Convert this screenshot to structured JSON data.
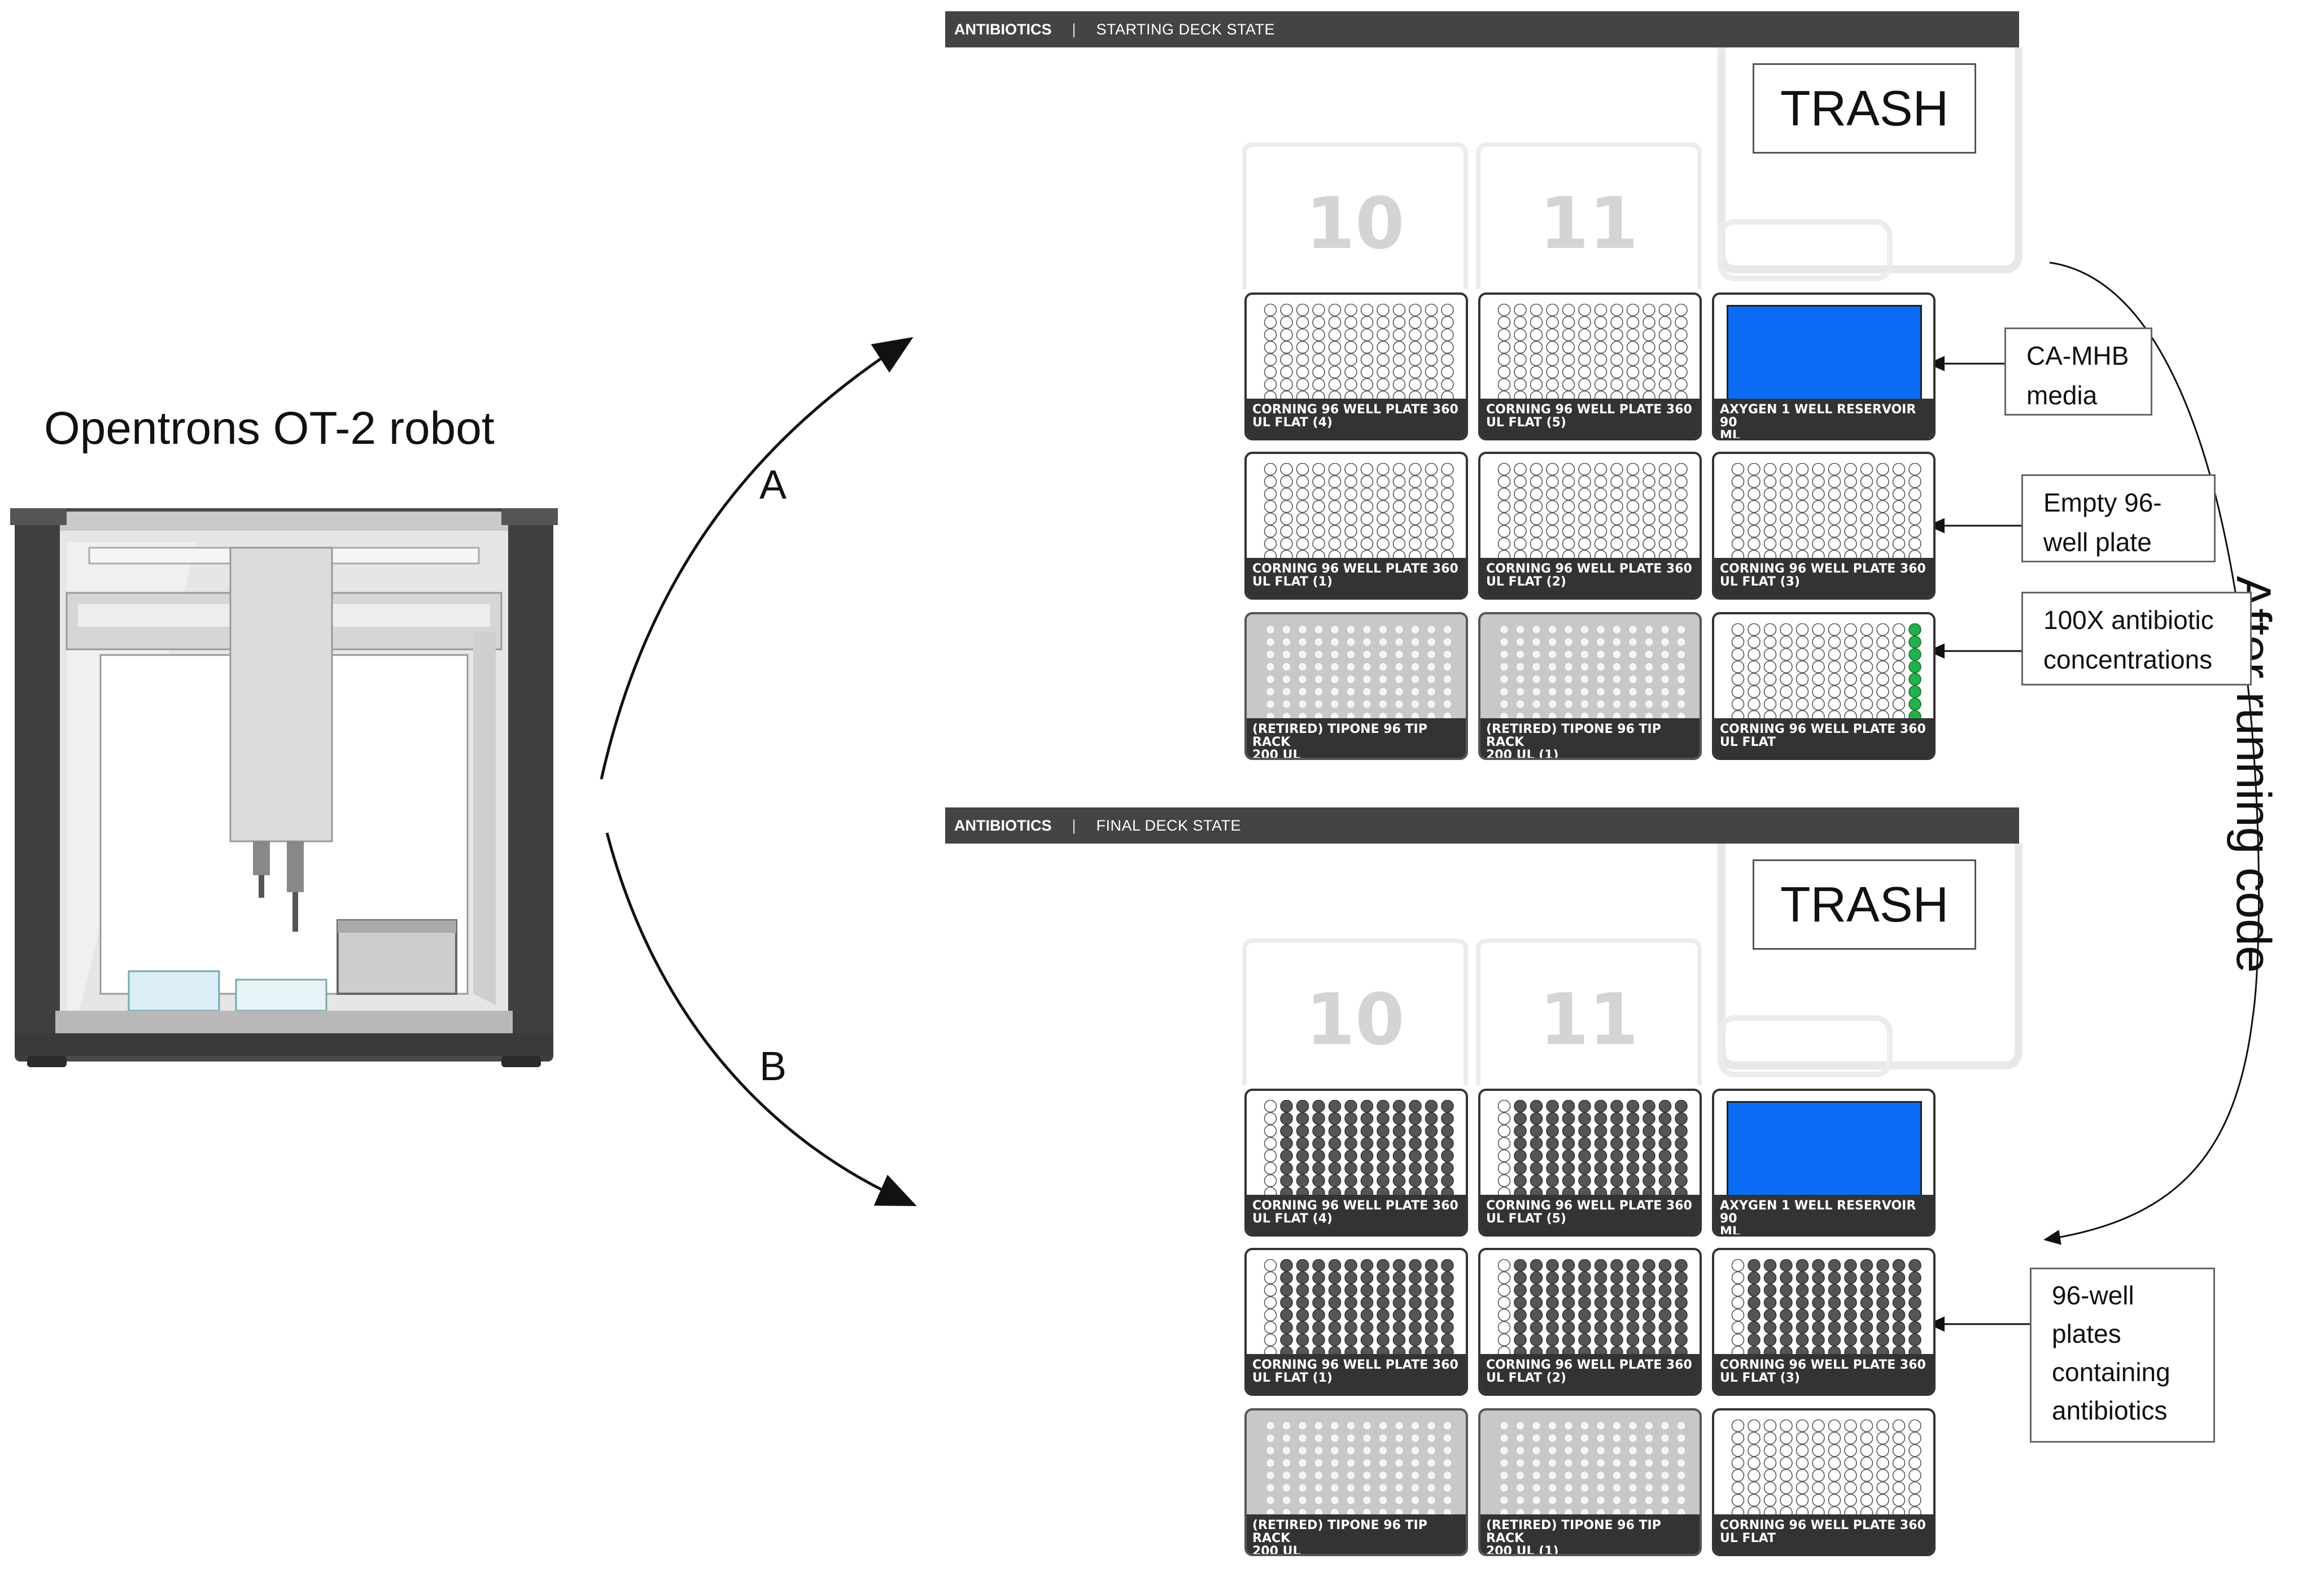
{
  "robot": {
    "title": "Opentrons OT-2 robot"
  },
  "arrows": {
    "a_label": "A",
    "b_label": "B",
    "loop_label": "After running code"
  },
  "colors": {
    "reservoir": "#0b6cf6",
    "antibiotic_well": "#22b14c",
    "filled_well": "#555555"
  },
  "decks": [
    {
      "key": "start",
      "app": "ANTIBIOTICS",
      "separator": "|",
      "state": "STARTING DECK STATE",
      "slots": [
        "10",
        "11"
      ],
      "trash": "TRASH",
      "labware": [
        {
          "row": 0,
          "col": 0,
          "kind": "plate",
          "fill": "empty",
          "line1": "CORNING 96 WELL PLATE 360",
          "line2": "UL FLAT (4)"
        },
        {
          "row": 0,
          "col": 1,
          "kind": "plate",
          "fill": "empty",
          "line1": "CORNING 96 WELL PLATE 360",
          "line2": "UL FLAT (5)"
        },
        {
          "row": 0,
          "col": 2,
          "kind": "reservoir",
          "fill": "reservoir",
          "line1": "AXYGEN 1 WELL RESERVOIR 90",
          "line2": "ML"
        },
        {
          "row": 1,
          "col": 0,
          "kind": "plate",
          "fill": "empty",
          "line1": "CORNING 96 WELL PLATE 360",
          "line2": "UL FLAT (1)"
        },
        {
          "row": 1,
          "col": 1,
          "kind": "plate",
          "fill": "empty",
          "line1": "CORNING 96 WELL PLATE 360",
          "line2": "UL FLAT (2)"
        },
        {
          "row": 1,
          "col": 2,
          "kind": "plate",
          "fill": "empty",
          "line1": "CORNING 96 WELL PLATE 360",
          "line2": "UL FLAT (3)"
        },
        {
          "row": 2,
          "col": 0,
          "kind": "tip",
          "fill": "tips",
          "line1": "(RETIRED) TIPONE 96 TIP RACK",
          "line2": "200 UL"
        },
        {
          "row": 2,
          "col": 1,
          "kind": "tip",
          "fill": "tips",
          "line1": "(RETIRED) TIPONE 96 TIP RACK",
          "line2": "200 UL (1)"
        },
        {
          "row": 2,
          "col": 2,
          "kind": "plate",
          "fill": "lastcol-green",
          "line1": "CORNING 96 WELL PLATE 360",
          "line2": "UL FLAT"
        }
      ],
      "callouts": [
        {
          "lines": [
            "CA-MHB",
            "media"
          ]
        },
        {
          "lines": [
            "Empty 96-",
            "well plate"
          ]
        },
        {
          "lines": [
            "100X antibiotic",
            "concentrations"
          ]
        }
      ]
    },
    {
      "key": "final",
      "app": "ANTIBIOTICS",
      "separator": "|",
      "state": "FINAL DECK STATE",
      "slots": [
        "10",
        "11"
      ],
      "trash": "TRASH",
      "labware": [
        {
          "row": 0,
          "col": 0,
          "kind": "plate",
          "fill": "filled",
          "line1": "CORNING 96 WELL PLATE 360",
          "line2": "UL FLAT (4)"
        },
        {
          "row": 0,
          "col": 1,
          "kind": "plate",
          "fill": "filled",
          "line1": "CORNING 96 WELL PLATE 360",
          "line2": "UL FLAT (5)"
        },
        {
          "row": 0,
          "col": 2,
          "kind": "reservoir",
          "fill": "reservoir",
          "line1": "AXYGEN 1 WELL RESERVOIR 90",
          "line2": "ML"
        },
        {
          "row": 1,
          "col": 0,
          "kind": "plate",
          "fill": "filled",
          "line1": "CORNING 96 WELL PLATE 360",
          "line2": "UL FLAT (1)"
        },
        {
          "row": 1,
          "col": 1,
          "kind": "plate",
          "fill": "filled",
          "line1": "CORNING 96 WELL PLATE 360",
          "line2": "UL FLAT (2)"
        },
        {
          "row": 1,
          "col": 2,
          "kind": "plate",
          "fill": "filled",
          "line1": "CORNING 96 WELL PLATE 360",
          "line2": "UL FLAT (3)"
        },
        {
          "row": 2,
          "col": 0,
          "kind": "tip",
          "fill": "tips",
          "line1": "(RETIRED) TIPONE 96 TIP RACK",
          "line2": "200 UL"
        },
        {
          "row": 2,
          "col": 1,
          "kind": "tip",
          "fill": "tips",
          "line1": "(RETIRED) TIPONE 96 TIP RACK",
          "line2": "200 UL (1)"
        },
        {
          "row": 2,
          "col": 2,
          "kind": "plate",
          "fill": "empty",
          "line1": "CORNING 96 WELL PLATE 360",
          "line2": "UL FLAT"
        }
      ],
      "callouts": [
        {
          "lines": [
            "96-well",
            "plates",
            "containing",
            "antibiotics"
          ]
        }
      ]
    }
  ]
}
